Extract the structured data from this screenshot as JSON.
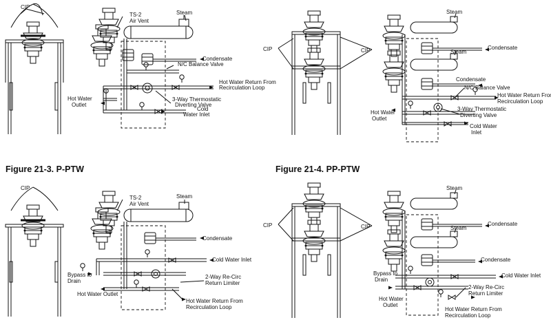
{
  "figures": {
    "fig3": {
      "caption": "Figure 21-3.  P-PTW"
    },
    "fig4": {
      "caption": "Figure 21-4.  PP-PTW"
    }
  },
  "labels": {
    "cip": "CIP",
    "steam": "Steam",
    "ts2": "TS-2",
    "air_vent": "Air Vent",
    "condensate": "Condensate",
    "nc_balance_valve": "N/C Balance Valve",
    "hot_water_return_l1": "Hot Water Return From",
    "hot_water_return_l2": "Recirculation Loop",
    "hot_water": "Hot Water",
    "outlet": "Outlet",
    "three_way_l1": "3-Way Thermostatic",
    "three_way_l2": "Diverting Valve",
    "cold": "Cold",
    "water_inlet": "Water Inlet",
    "cold_water_inlet": "Cold Water Inlet",
    "cold_water": "Cold Water",
    "inlet": "Inlet",
    "bypass_to": "Bypass to",
    "drain": "Drain",
    "two_way_l1": "2-Way Re-Circ",
    "two_way_l2": "Return Limiter",
    "hot_water_outlet": "Hot Water Outlet"
  }
}
